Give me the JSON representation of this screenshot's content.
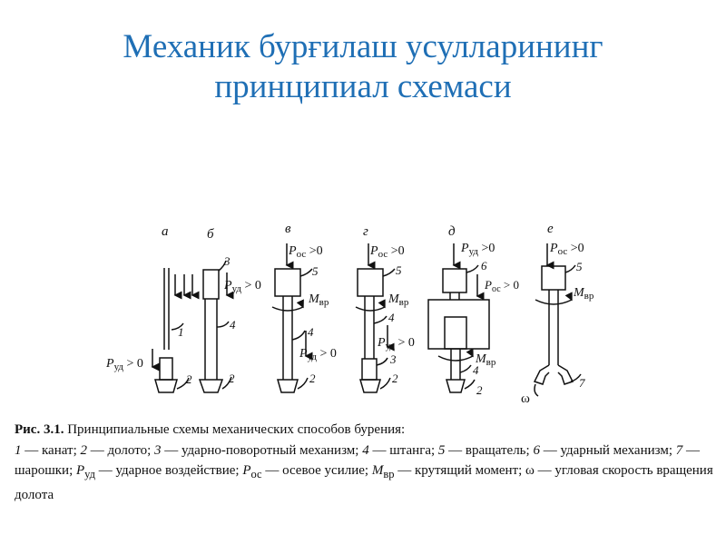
{
  "title": {
    "line1": "Механик бурғилаш усулларининг",
    "line2": "принципиал схемаси"
  },
  "diagram": {
    "panels": [
      "а",
      "б",
      "в",
      "г",
      "д",
      "е"
    ],
    "labels": {
      "P": "P",
      "M": "M",
      "ud": "уд",
      "os": "ос",
      "vr": "вр",
      "gt0": " > 0",
      "gt0b": " >0",
      "omega": "ω",
      "n1": "1",
      "n2": "2",
      "n3": "3",
      "n4": "4",
      "n5": "5",
      "n6": "6",
      "n7": "7"
    }
  },
  "caption": {
    "fig": "Рис. 3.1.",
    "title": " Принципиальные схемы механических способов бурения:",
    "items": [
      {
        "num": "1",
        "text": " — канат; "
      },
      {
        "num": "2",
        "text": " — долото; "
      },
      {
        "num": "3",
        "text": " — ударно-поворотный механизм; "
      },
      {
        "num": "4",
        "text": " — штанга; "
      },
      {
        "num": "5",
        "text": " — вращатель; "
      },
      {
        "num": "6",
        "text": " — ударный механизм; "
      },
      {
        "num": "7",
        "text": " — шарошки; "
      }
    ],
    "p_ud_sym": "P",
    "p_ud_sub": "уд",
    "p_ud_text": " — ударное воздействие; ",
    "p_os_sym": "P",
    "p_os_sub": "ос",
    "p_os_text": " — осевое усилие; ",
    "m_vr_sym": "M",
    "m_vr_sub": "вр",
    "m_vr_text": " — крутящий момент; ",
    "omega_sym": "ω",
    "omega_text": " — угловая скорость вращения долота"
  }
}
